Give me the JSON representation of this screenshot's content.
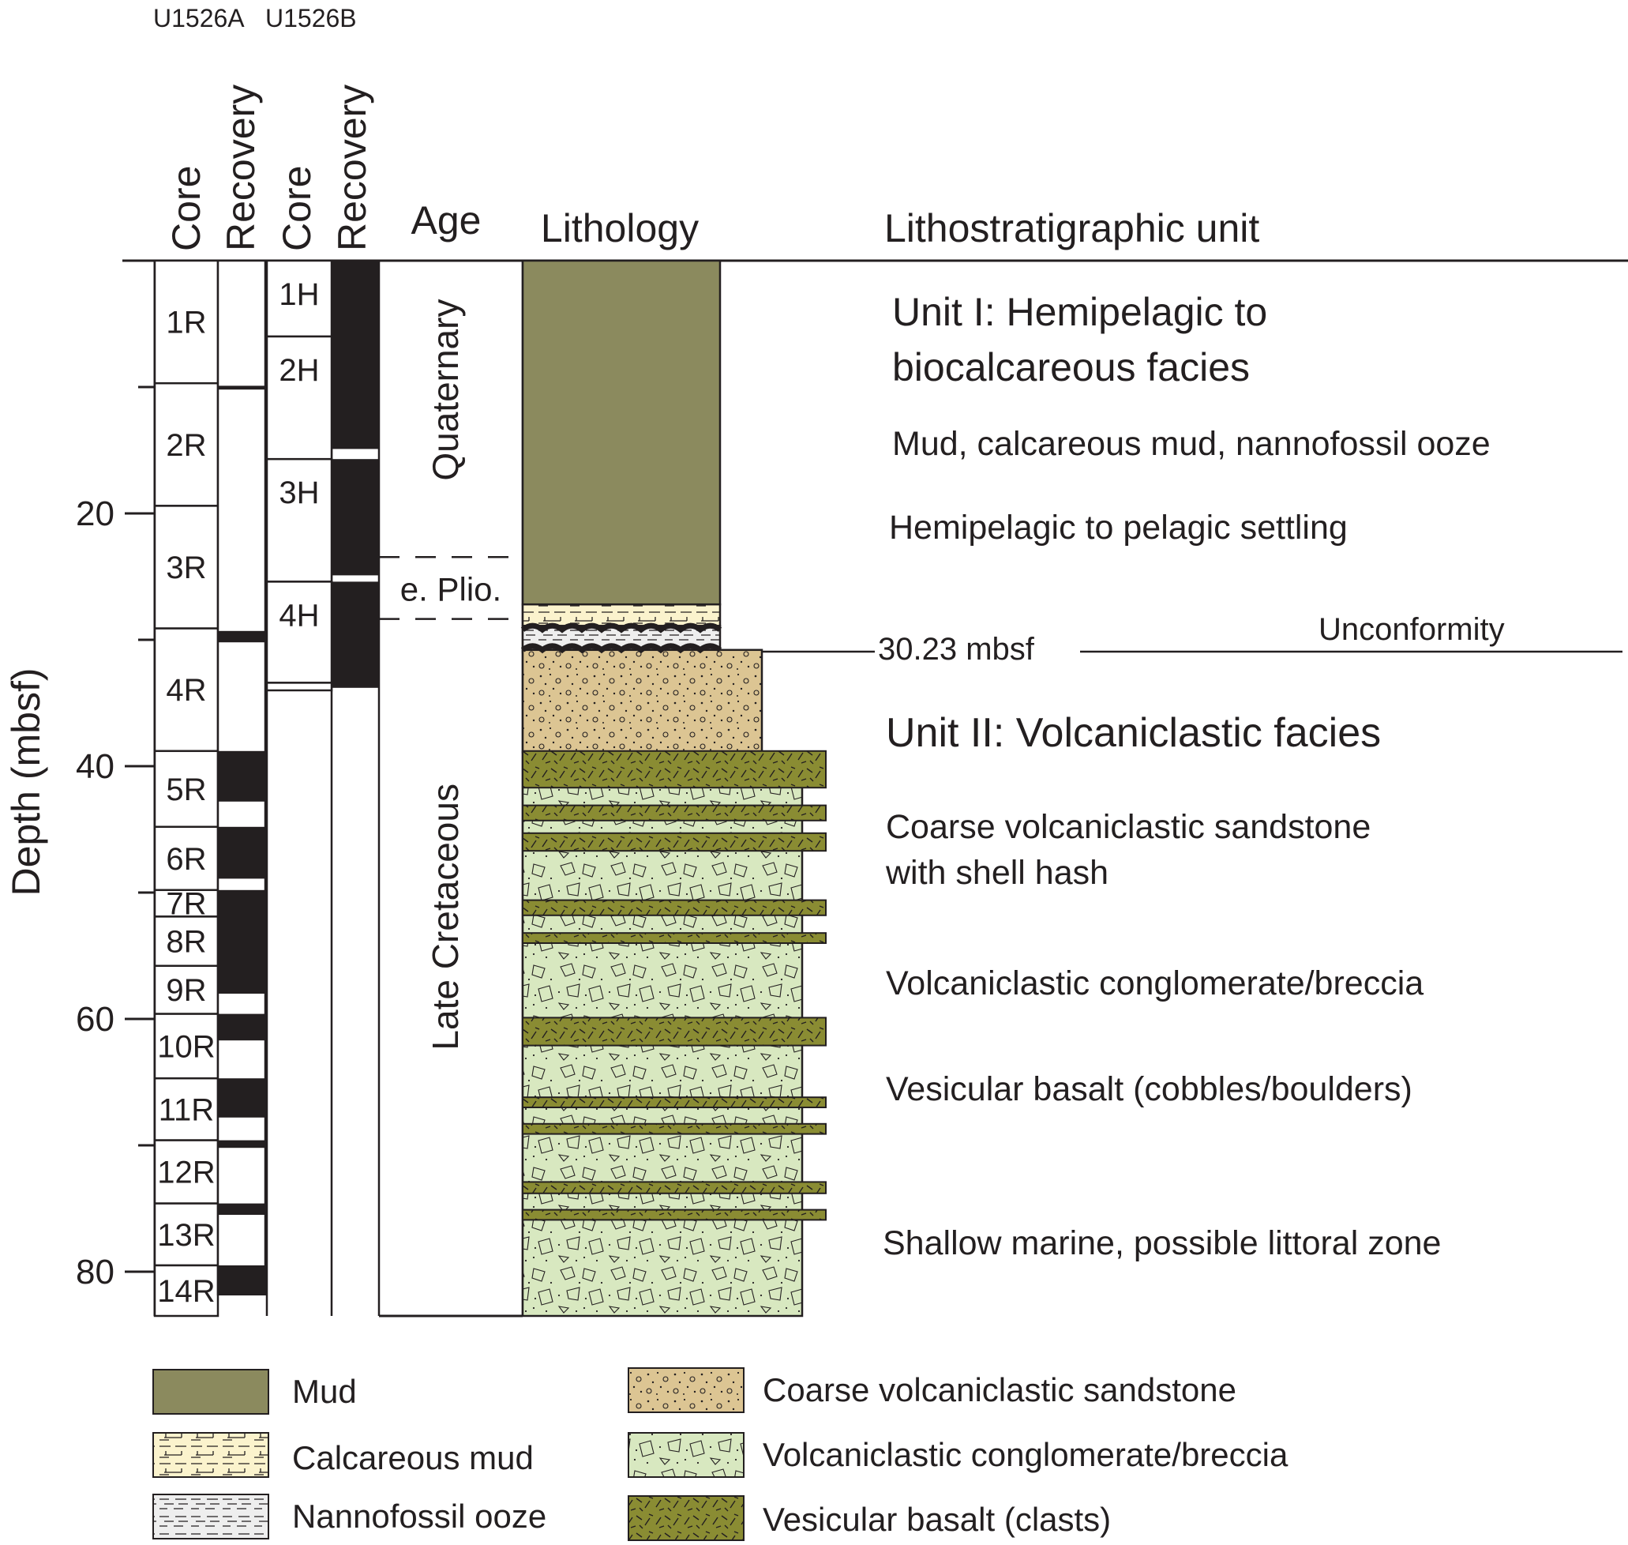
{
  "holes": {
    "a": "U1526A",
    "b": "U1526B"
  },
  "headers": {
    "core_a": "Core",
    "recovery_a": "Recovery",
    "core_b": "Core",
    "recovery_b": "Recovery",
    "age": "Age",
    "lithology": "Lithology",
    "unit": "Lithostratigraphic unit"
  },
  "depth_axis": {
    "label": "Depth (mbsf)",
    "range": [
      0,
      83.5
    ],
    "major_ticks": [
      20,
      40,
      60,
      80
    ],
    "minor_ticks": [
      10,
      30,
      50,
      70
    ]
  },
  "cores_a": [
    {
      "label": "1R",
      "top": 0,
      "bottom": 9.7
    },
    {
      "label": "2R",
      "top": 9.7,
      "bottom": 19.4
    },
    {
      "label": "3R",
      "top": 19.4,
      "bottom": 29.1
    },
    {
      "label": "4R",
      "top": 29.1,
      "bottom": 38.8
    },
    {
      "label": "5R",
      "top": 38.8,
      "bottom": 44.8
    },
    {
      "label": "6R",
      "top": 44.8,
      "bottom": 49.8
    },
    {
      "label": "7R",
      "top": 49.8,
      "bottom": 51.9
    },
    {
      "label": "8R",
      "top": 51.9,
      "bottom": 55.8
    },
    {
      "label": "9R",
      "top": 55.8,
      "bottom": 59.6
    },
    {
      "label": "10R",
      "top": 59.6,
      "bottom": 64.7
    },
    {
      "label": "11R",
      "top": 64.7,
      "bottom": 69.6
    },
    {
      "label": "12R",
      "top": 69.6,
      "bottom": 74.6
    },
    {
      "label": "13R",
      "top": 74.6,
      "bottom": 79.5
    },
    {
      "label": "14R",
      "top": 79.5,
      "bottom": 83.5
    }
  ],
  "recovery_a": [
    [
      9.9,
      10.2
    ],
    [
      29.3,
      30.2
    ],
    [
      38.8,
      42.8
    ],
    [
      44.8,
      48.9
    ],
    [
      49.8,
      58.0
    ],
    [
      59.6,
      61.7
    ],
    [
      64.7,
      67.8
    ],
    [
      69.6,
      70.2
    ],
    [
      74.6,
      75.5
    ],
    [
      79.5,
      81.8
    ]
  ],
  "cores_b": [
    {
      "label": "1H",
      "top": 0,
      "bottom": 6.0
    },
    {
      "label": "2H",
      "top": 6.0,
      "bottom": 15.7
    },
    {
      "label": "3H",
      "top": 15.7,
      "bottom": 25.4
    },
    {
      "label": "4H",
      "top": 25.4,
      "bottom": 33.4
    },
    {
      "label": "",
      "top": 33.4,
      "bottom": 34.0
    }
  ],
  "recovery_b": [
    [
      0,
      6.0
    ],
    [
      6.0,
      14.9
    ],
    [
      15.7,
      24.9
    ],
    [
      25.4,
      33.8
    ]
  ],
  "ages": [
    {
      "label": "Quaternary",
      "top": 0,
      "bottom": 24.2
    },
    {
      "label": "e. Plio.",
      "top": 24.2,
      "bottom": 29.1
    },
    {
      "label": "Late Cretaceous",
      "top": 29.1,
      "bottom": 83.5
    }
  ],
  "unconformity": {
    "depth_label": "30.23 mbsf",
    "label": "Unconformity"
  },
  "units": [
    {
      "title_line1": "Unit I: Hemipelagic to",
      "title_line2": "biocalcareous facies",
      "lines": [
        "Mud, calcareous mud, nannofossil ooze",
        "Hemipelagic to pelagic settling"
      ]
    },
    {
      "title_line1": "Unit II: Volcaniclastic facies",
      "lines": [
        "Coarse volcaniclastic sandstone",
        "with shell hash",
        "Volcaniclastic conglomerate/breccia",
        "Vesicular basalt (cobbles/boulders)",
        "Shallow marine, possible littoral zone"
      ]
    }
  ],
  "legend": [
    {
      "key": "mud",
      "label": "Mud"
    },
    {
      "key": "calc",
      "label": "Calcareous mud"
    },
    {
      "key": "nanno",
      "label": "Nannofossil ooze"
    },
    {
      "key": "sand",
      "label": "Coarse volcaniclastic sandstone"
    },
    {
      "key": "cong",
      "label": "Volcaniclastic conglomerate/breccia"
    },
    {
      "key": "basalt",
      "label": "Vesicular basalt (clasts)"
    }
  ],
  "colors": {
    "mud": "#8b8a5e",
    "calcareous_mud": "#fbf3cd",
    "nannofossil_ooze": "#eeeeee",
    "sandstone": "#dcc593",
    "conglomerate": "#d8e8c0",
    "basalt": "#8a8c33",
    "ink": "#231f20"
  }
}
